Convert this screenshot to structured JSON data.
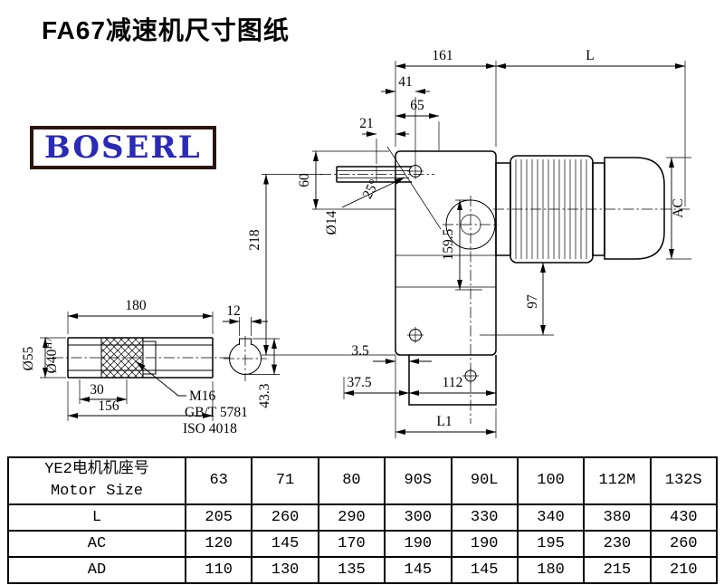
{
  "page": {
    "title": "FA67减速机尺寸图纸",
    "brand": "BOSERL"
  },
  "main_view": {
    "d161": "161",
    "dL": "L",
    "d41": "41",
    "d65": "65",
    "d21": "21",
    "d60": "60",
    "d14": "Ø14",
    "d218": "218",
    "d25": "25°",
    "d159": "159.5",
    "dAC": "AC",
    "d97": "97",
    "d35": "3.5",
    "d375": "37.5",
    "d112": "112",
    "dL1": "L1"
  },
  "shaft_detail": {
    "d180": "180",
    "d55": "Ø55",
    "d40": "Ø40",
    "tol": "H7",
    "d30": "30",
    "d156": "156",
    "thread": "M16",
    "std1": "GB/T 5781",
    "std2": "ISO 4018"
  },
  "keyway_detail": {
    "d12": "12",
    "d433": "43.3"
  },
  "table": {
    "header_line1": "YE2电机机座号",
    "header_line2": "Motor Size",
    "sizes": [
      "63",
      "71",
      "80",
      "90S",
      "90L",
      "100",
      "112M",
      "132S"
    ],
    "rows": [
      {
        "label": "L",
        "values": [
          "205",
          "260",
          "290",
          "300",
          "330",
          "340",
          "380",
          "430"
        ]
      },
      {
        "label": "AC",
        "values": [
          "120",
          "145",
          "170",
          "190",
          "190",
          "195",
          "230",
          "260"
        ]
      },
      {
        "label": "AD",
        "values": [
          "110",
          "130",
          "135",
          "145",
          "145",
          "180",
          "215",
          "210"
        ]
      }
    ]
  }
}
